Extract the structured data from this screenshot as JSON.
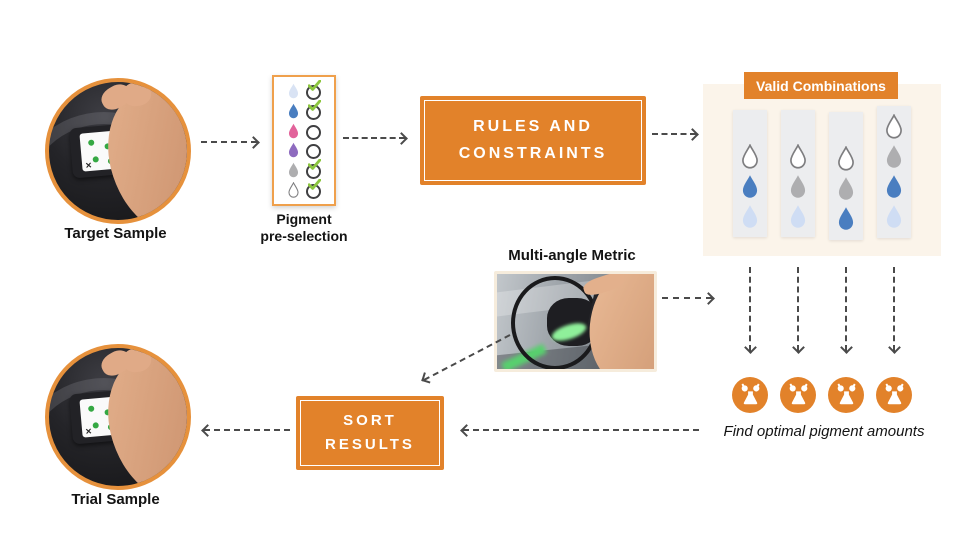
{
  "colors": {
    "orange": "#E2822A",
    "panel_bg": "#FBF4EA",
    "strip_bg": "#ECEDEF",
    "arrow": "#4A4A4A",
    "text": "#141414",
    "check_green": "#8CC63F",
    "ring_dark": "#3F3F41",
    "drop_blue": "#4A7EC0",
    "drop_gray": "#AEAEB0",
    "drop_light_blue": "#CFDDF4",
    "drop_pale_blue": "#D9E3F4",
    "drop_pink": "#E2639B",
    "drop_purple": "#8E6BBF",
    "drop_white": "#FFFFFF",
    "drop_outline": "#7E7E80"
  },
  "target_sample": {
    "label": "Target Sample"
  },
  "trial_sample": {
    "label": "Trial Sample"
  },
  "pigment_preselection": {
    "label_line1": "Pigment",
    "label_line2": "pre-selection",
    "items": [
      {
        "pigment": "pale-blue",
        "checked": true
      },
      {
        "pigment": "blue",
        "checked": true
      },
      {
        "pigment": "pink",
        "checked": false
      },
      {
        "pigment": "purple",
        "checked": false
      },
      {
        "pigment": "gray",
        "checked": true
      },
      {
        "pigment": "white",
        "checked": true
      }
    ]
  },
  "rules_box": {
    "label_line1": "RULES AND",
    "label_line2": "CONSTRAINTS"
  },
  "valid_combinations": {
    "title": "Valid Combinations",
    "columns": [
      {
        "drops": [
          "white",
          "blue",
          "light-blue"
        ]
      },
      {
        "drops": [
          "white",
          "gray",
          "light-blue"
        ]
      },
      {
        "drops": [
          "white",
          "gray",
          "blue"
        ]
      },
      {
        "drops": [
          "white",
          "gray",
          "blue",
          "light-blue"
        ]
      }
    ]
  },
  "multi_angle": {
    "label": "Multi-angle Metric"
  },
  "optimize": {
    "caption": "Find optimal pigment amounts",
    "icon": "balance-flasks-icon",
    "count": 4
  },
  "sort_box": {
    "label_line1": "SORT",
    "label_line2": "RESULTS"
  }
}
